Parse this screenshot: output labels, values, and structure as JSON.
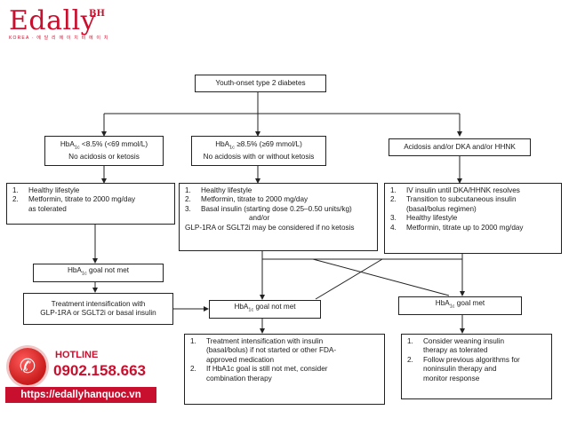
{
  "brand": {
    "name": "Edally",
    "sup": "BH",
    "tagline": "KOREA · 에 달 리 에 이 치 비 에 이 치"
  },
  "nodes": {
    "root": "Youth-onset type 2 diabetes",
    "left_a1c_l1": "HbA",
    "left_a1c_l1b": " <8.5% (<69 mmol/L)",
    "left_a1c_l2": "No acidosis or ketosis",
    "mid_a1c_l1": "HbA",
    "mid_a1c_l1b": " ≥8.5% (≥69 mmol/L)",
    "mid_a1c_l2": "No acidosis with or without ketosis",
    "right_top": "Acidosis and/or DKA and/or HHNK",
    "left_steps": [
      {
        "n": "1.",
        "t": "Healthy lifestyle"
      },
      {
        "n": "2.",
        "t": "Metformin, titrate to 2000 mg/day",
        "t2": "as tolerated"
      }
    ],
    "mid_steps": [
      {
        "n": "1.",
        "t": "Healthy lifestyle"
      },
      {
        "n": "2.",
        "t": "Metformin, titrate to 2000 mg/day"
      },
      {
        "n": "3.",
        "t": "Basal insulin (starting dose 0.25–0.50 units/kg)"
      }
    ],
    "mid_andor": "and/or",
    "mid_last": "GLP-1RA or SGLT2i may be considered if no ketosis",
    "right_steps": [
      {
        "n": "1.",
        "t": "IV insulin until DKA/HHNK resolves"
      },
      {
        "n": "2.",
        "t": "Transition to subcutaneous insulin",
        "t2": "(basal/bolus regimen)"
      },
      {
        "n": "3.",
        "t": "Healthy lifestyle"
      },
      {
        "n": "4.",
        "t": "Metformin, titrate up to 2000 mg/day"
      }
    ],
    "goal_not_met_left": " goal not met",
    "intens_l1": "Treatment intensification with",
    "intens_l2": "GLP-1RA or SGLT2i or basal insulin",
    "goal_not_met_mid": " goal not met",
    "goal_met": " goal met",
    "a1c_base": "HbA",
    "a1c_sub": "1c",
    "bottom_mid": [
      {
        "n": "1.",
        "t": "Treatment intensification with insulin",
        "t2": "(basal/bolus) if not started or other FDA-",
        "t3": "approved medication"
      },
      {
        "n": "2.",
        "t": "If HbA1c goal is still not met, consider",
        "t2": "combination therapy"
      }
    ],
    "bottom_right": [
      {
        "n": "1.",
        "t": "Consider weaning insulin",
        "t2": "therapy as tolerated"
      },
      {
        "n": "2.",
        "t": "Follow previous algorithms for",
        "t2": "noninsulin therapy and",
        "t3": "monitor response"
      }
    ]
  },
  "hotline": {
    "label": "HOTLINE",
    "number": "0902.158.663",
    "url": "https://edallyhanquoc.vn"
  },
  "colors": {
    "brand": "#c8102e",
    "line": "#222222"
  }
}
